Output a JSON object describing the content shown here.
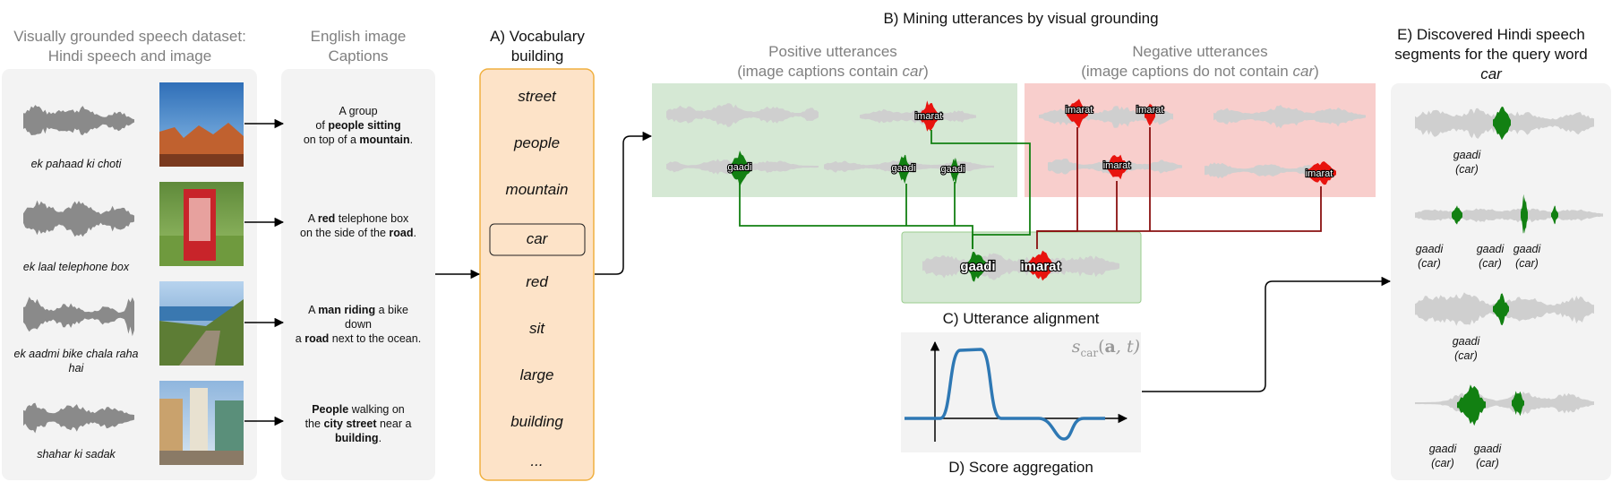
{
  "dataset": {
    "title_line1": "Visually grounded speech dataset:",
    "title_line2": "Hindi speech and image",
    "utterances": [
      "ek pahaad ki choti",
      "ek laal telephone box",
      "ek aadmi bike chala raha hai",
      "shahar ki sadak"
    ]
  },
  "captions": {
    "title_line1": "English image",
    "title_line2": "Captions",
    "items": [
      [
        [
          "A group",
          false
        ],
        [
          "\n",
          false
        ],
        [
          "of ",
          false
        ],
        [
          "people sitting",
          true
        ],
        [
          "\n",
          false
        ],
        [
          "on top of a ",
          false
        ],
        [
          "mountain",
          true
        ],
        [
          ".",
          false
        ]
      ],
      [
        [
          "A ",
          false
        ],
        [
          "red",
          true
        ],
        [
          " telephone box",
          false
        ],
        [
          "\n",
          false
        ],
        [
          "on the side of the ",
          false
        ],
        [
          "road",
          true
        ],
        [
          ".",
          false
        ]
      ],
      [
        [
          "A ",
          false
        ],
        [
          "man riding",
          true
        ],
        [
          " a bike",
          false
        ],
        [
          "\n",
          false
        ],
        [
          "down",
          false
        ],
        [
          "\n",
          false
        ],
        [
          "a ",
          false
        ],
        [
          "road",
          true
        ],
        [
          " next to the ocean.",
          false
        ]
      ],
      [
        [
          "People",
          true
        ],
        [
          " walking on",
          false
        ],
        [
          "\n",
          false
        ],
        [
          "the ",
          false
        ],
        [
          "city street",
          true
        ],
        [
          " near a",
          false
        ],
        [
          "\n",
          false
        ],
        [
          "building",
          true
        ],
        [
          ".",
          false
        ]
      ]
    ]
  },
  "vocab": {
    "title_line1": "A) Vocabulary",
    "title_line2": "building",
    "words": [
      "street",
      "people",
      "mountain",
      "car",
      "red",
      "sit",
      "large",
      "building",
      "..."
    ],
    "highlighted": "car"
  },
  "mining": {
    "title": "B) Mining utterances by visual grounding",
    "positive_title_line1": "Positive utterances",
    "positive_title_prefix": "(image captions contain ",
    "positive_title_word": "car",
    "positive_title_suffix": ")",
    "negative_title_line1": "Negative utterances",
    "negative_title_prefix": "(image captions do not contain ",
    "negative_title_word": "car",
    "negative_title_suffix": ")",
    "tag_positive": "gaadi",
    "tag_negative": "imarat"
  },
  "alignment": {
    "title": "C) Utterance alignment",
    "tag_positive": "gaadi",
    "tag_negative": "imarat"
  },
  "score": {
    "title": "D) Score aggregation",
    "formula_s": "s",
    "formula_sub": "car",
    "formula_open": "(",
    "formula_a": "a",
    "formula_rest": ", t)"
  },
  "discovered": {
    "title_line1": "E) Discovered Hindi speech",
    "title_line2": "segments for the query word",
    "title_line3": "car",
    "label_word": "gaadi",
    "label_gloss": "(car)"
  },
  "colors": {
    "panel_gray": "#f3f3f3",
    "vocab_fill": "#fde3c8",
    "vocab_border": "#f0b040",
    "positive_panel": "#d5e8d4",
    "negative_panel": "#f8cecc",
    "green": "#128012",
    "red": "#e8130e",
    "wave_dark": "#8a8a8a",
    "wave_light": "#cfcfcf",
    "score_curve": "#2e78b4"
  }
}
